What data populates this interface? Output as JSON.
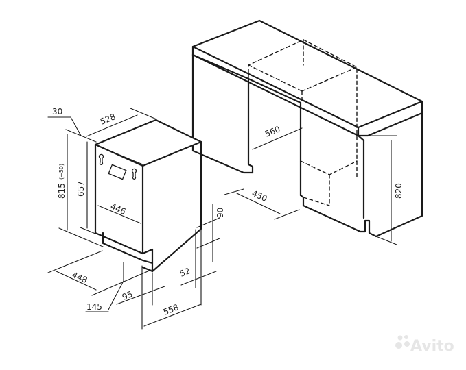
{
  "dimensions": {
    "top_offset": "30",
    "depth_top": "528",
    "total_height": "815",
    "total_height_adjust": "(+50)",
    "front_height": "657",
    "front_width": "446",
    "width": "448",
    "plinth_height": "145",
    "plinth_depth": "95",
    "rear_gap": "52",
    "rear_height": "90",
    "total_depth": "558",
    "niche_depth": "560",
    "niche_width": "450",
    "niche_height": "820"
  },
  "watermark": "Avito",
  "colors": {
    "line": "#1a1a1a",
    "watermark": "#e6e6e6"
  }
}
